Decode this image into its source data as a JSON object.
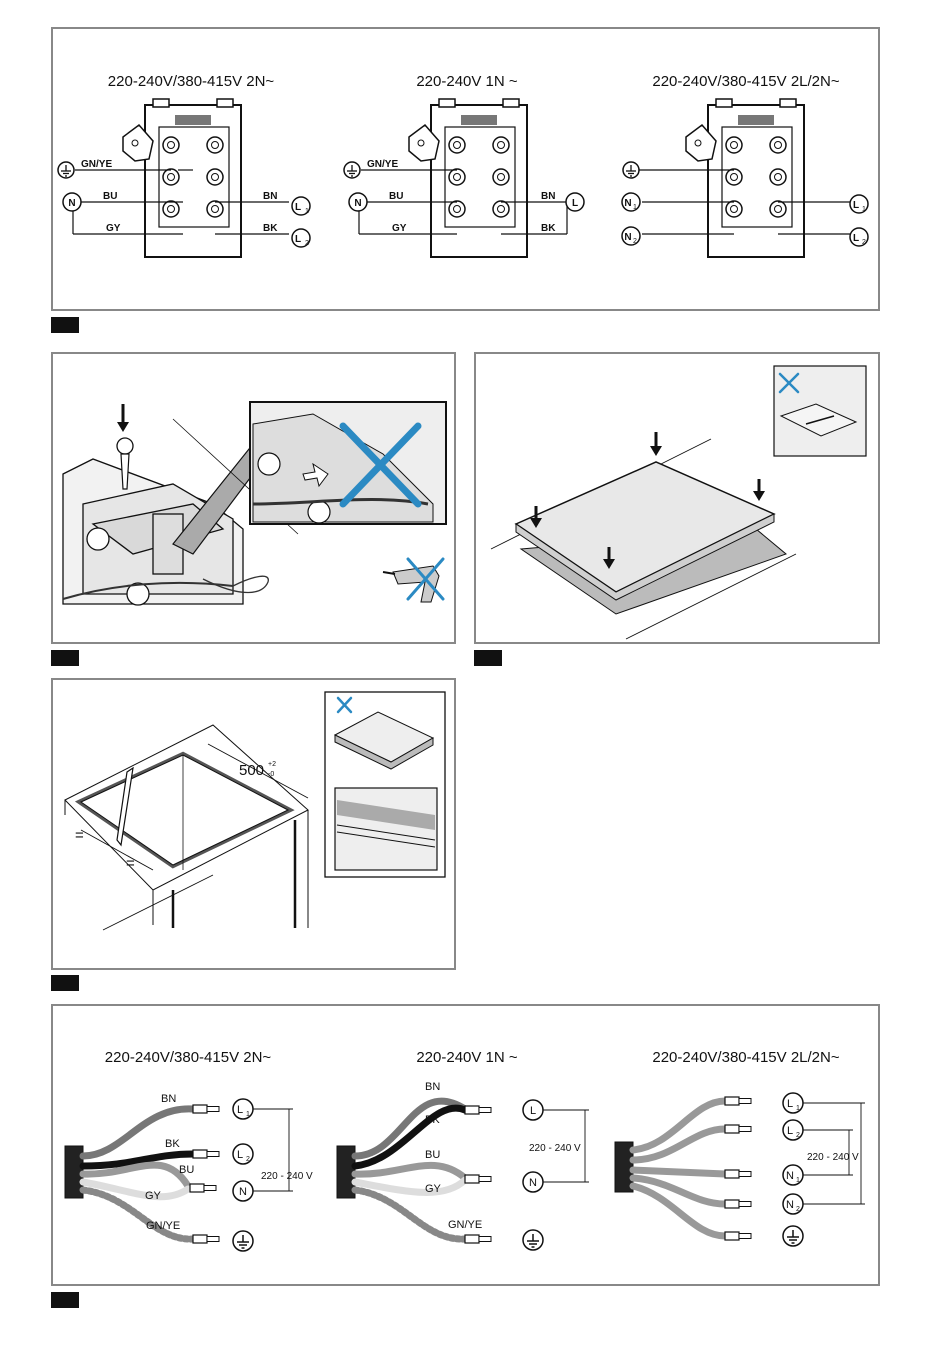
{
  "fig1": {
    "diagrams": [
      {
        "title": "220-240V/380-415V 2N~",
        "left": [
          "GN/YE",
          "BU",
          "GY"
        ],
        "right": [
          "BN",
          "BK"
        ],
        "earth": "⏚",
        "n": "N",
        "l1": "L",
        "l1sub": "1",
        "l2": "L",
        "l2sub": "2"
      },
      {
        "title": "220-240V 1N ~",
        "left": [
          "GN/YE",
          "BU",
          "GY"
        ],
        "right": [
          "BN",
          "BK"
        ],
        "earth": "⏚",
        "n": "N",
        "l": "L"
      },
      {
        "title": "220-240V/380-415V 2L/2N~",
        "earth": "⏚",
        "n1": "N",
        "n1sub": "1",
        "n2": "N",
        "n2sub": "2",
        "l1": "L",
        "l1sub": "1",
        "l2": "L",
        "l2sub": "2"
      }
    ]
  },
  "fig4": {
    "dimension": "500",
    "tol_plus": "+2",
    "tol_minus": "-0",
    "equal": "="
  },
  "fig5": {
    "cables": [
      {
        "title": "220-240V/380-415V 2N~",
        "wires": [
          "BN",
          "BK",
          "BU",
          "GY",
          "GN/YE"
        ],
        "terms": [
          "L",
          "L",
          "N"
        ],
        "terms_sub": [
          "1",
          "2",
          ""
        ],
        "voltage": "220 - 240 V"
      },
      {
        "title": "220-240V 1N ~",
        "wires": [
          "BN",
          "BK",
          "BU",
          "GY",
          "GN/YE"
        ],
        "terms": [
          "L",
          "N"
        ],
        "voltage": "220 - 240 V"
      },
      {
        "title": "220-240V/380-415V 2L/2N~",
        "terms": [
          "L",
          "L",
          "N",
          "N"
        ],
        "terms_sub": [
          "1",
          "2",
          "1",
          "2"
        ],
        "voltage": "220 - 240 V"
      }
    ]
  }
}
